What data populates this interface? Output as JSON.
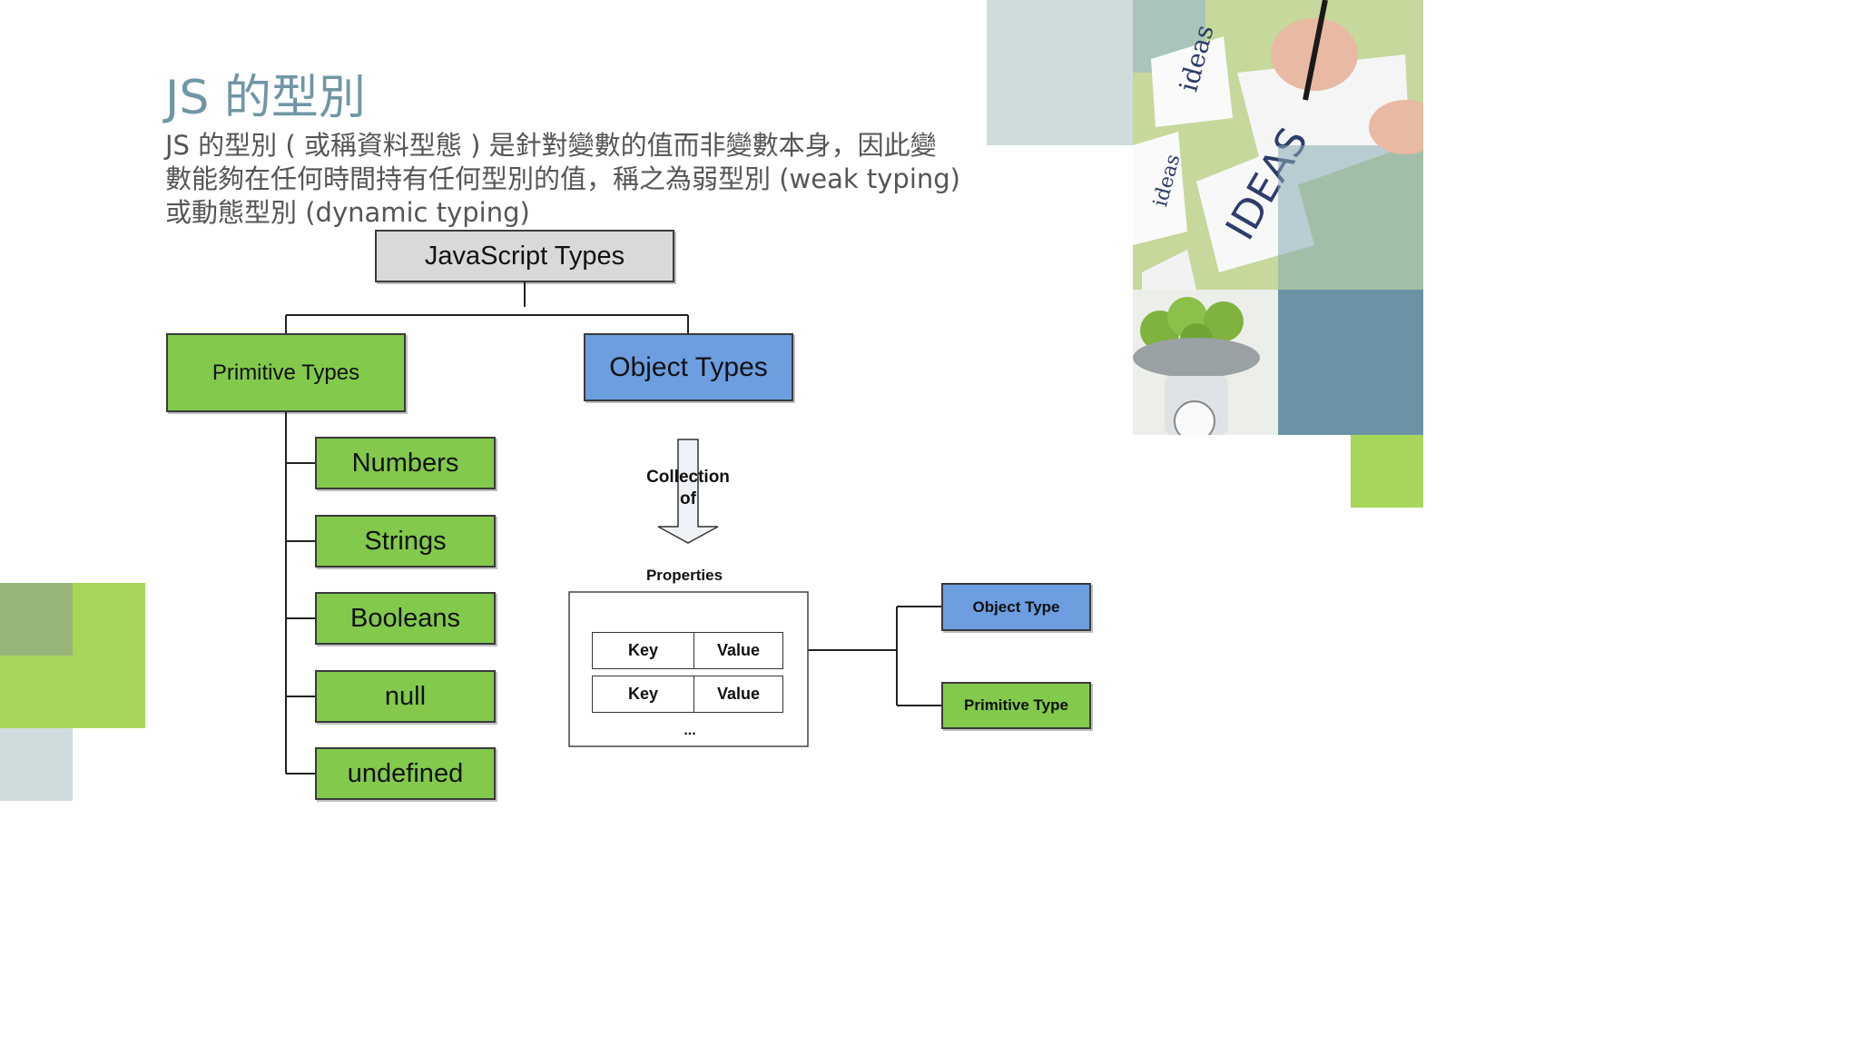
{
  "slide": {
    "title": "JS  的型別",
    "body_lines": [
      "JS  的型別 ( 或稱資料型態 ) 是針對變數的值而非變數本身，因此變",
      "數能夠在任何時間持有任何型別的值，稱之為弱型別 (weak typing)",
      "或動態型別 (dynamic typing)"
    ]
  },
  "diagram": {
    "root": "JavaScript Types",
    "primitive": "Primitive Types",
    "object": "Object Types",
    "primitive_children": [
      "Numbers",
      "Strings",
      "Booleans",
      "null",
      "undefined"
    ],
    "collection_label_1": "Collection",
    "collection_label_2": "of",
    "properties_label": "Properties",
    "rows": [
      {
        "key": "Key",
        "value": "Value"
      },
      {
        "key": "Key",
        "value": "Value"
      }
    ],
    "ellipsis": "...",
    "value_types": [
      "Object Type",
      "Primitive Type"
    ]
  },
  "images": {
    "top_right_photo": "hands writing ideas on paper",
    "mid_right_photo": "green apples on kitchen scale"
  },
  "colors": {
    "title": "#6f96a6",
    "green": "#82c94c",
    "blue": "#6c9ee0",
    "grey": "#d9d9d9",
    "accent_green": "#a8d65a",
    "accent_teal": "#6b93a5",
    "accent_light": "#cdd9db"
  }
}
